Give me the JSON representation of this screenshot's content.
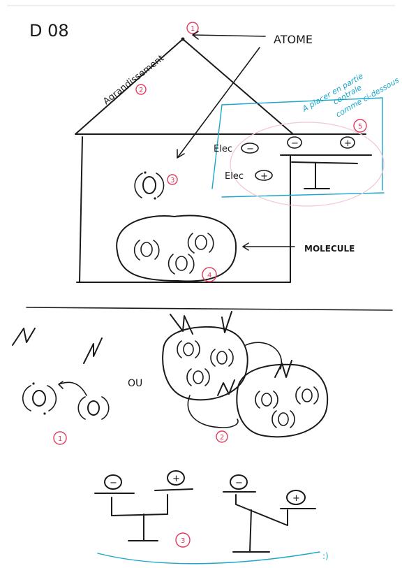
{
  "sheet_code": "D 08",
  "labels": {
    "atome": "ATOME",
    "agrandissement": "Agrandissement",
    "molecule": "MOLECULE",
    "elec_minus": "Elec",
    "elec_plus": "Elec",
    "ou": "OU"
  },
  "markers": {
    "m1": "1",
    "m2": "2",
    "m3": "3",
    "m4": "4",
    "m5": "5",
    "b1": "1",
    "b2": "2",
    "b3": "3"
  },
  "blue_note": {
    "line1": "A placer en partie",
    "line2": "centrale",
    "line3": "comme ci-dessous",
    "smiley": ":)"
  },
  "signs": {
    "minus": "−",
    "plus": "+"
  },
  "colors": {
    "ink": "#1a1a1a",
    "marker": "#e23a5a",
    "note": "#1aa7c9"
  }
}
